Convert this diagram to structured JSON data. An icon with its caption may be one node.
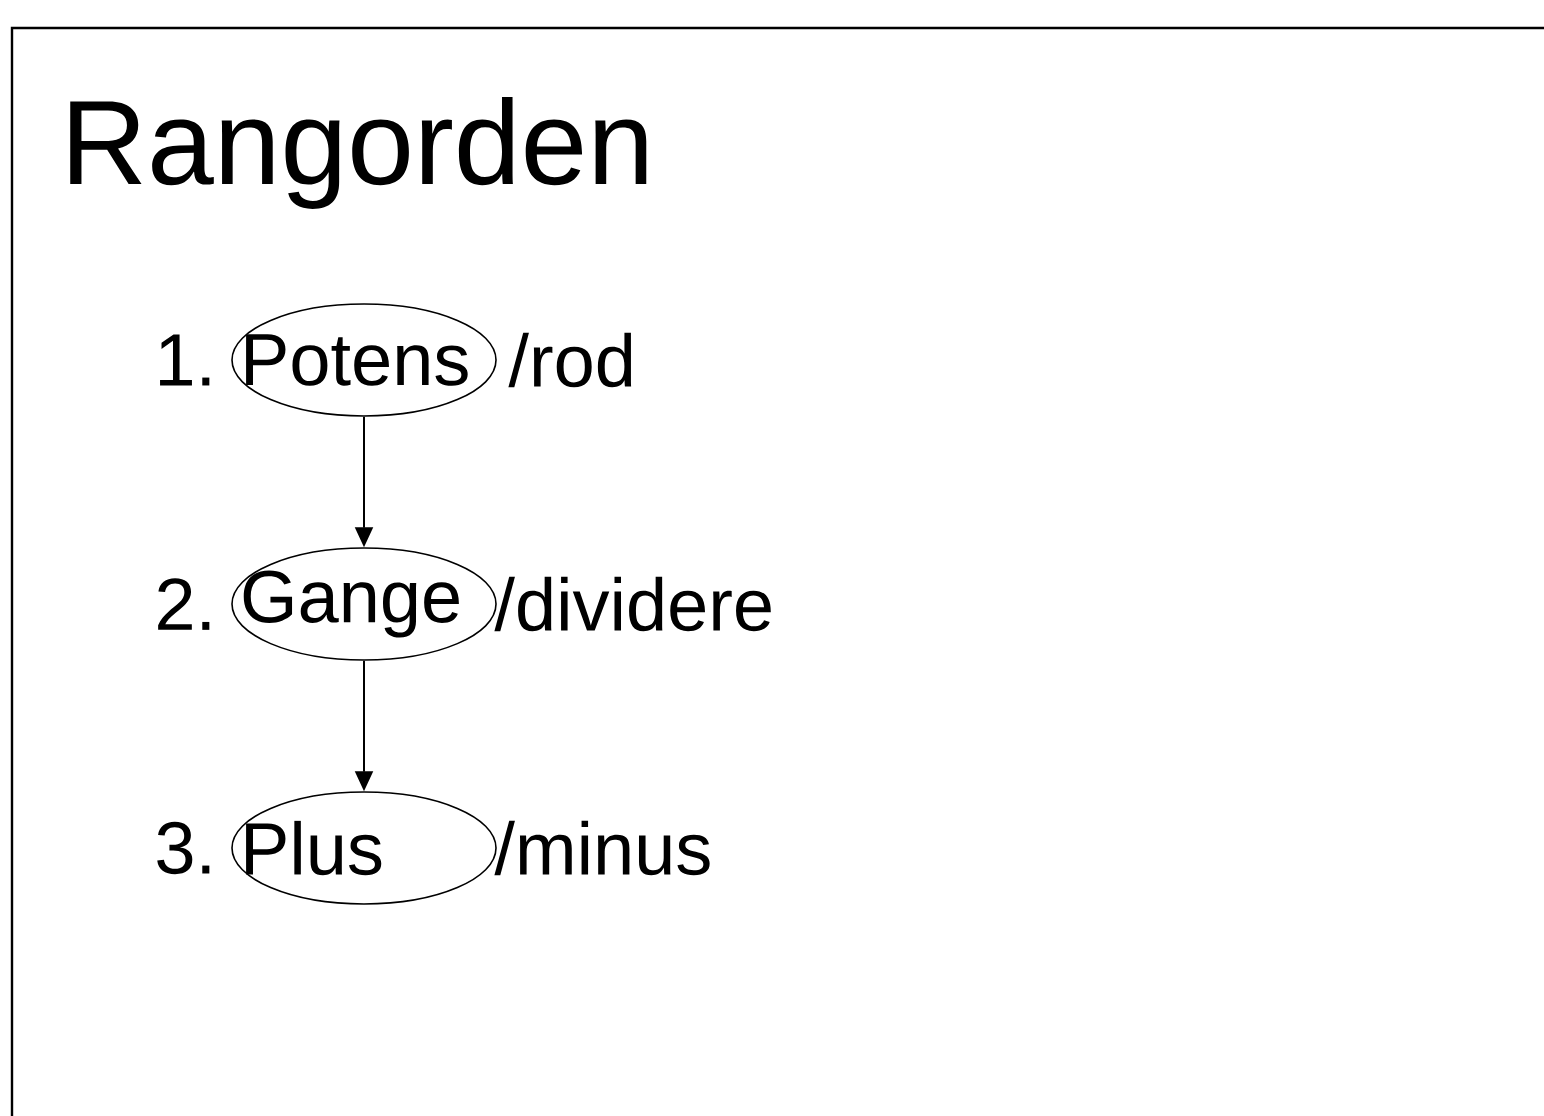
{
  "diagram": {
    "title": "Rangorden",
    "nodes": [
      {
        "text": [
          "Potens"
        ]
      },
      {
        "text": [
          "Gange"
        ]
      },
      {
        "text": [
          "Plus"
        ]
      }
    ],
    "edges": [
      {
        "from": 0,
        "to": 1,
        "arrow": "to"
      },
      {
        "from": 1,
        "to": 2,
        "arrow": "to"
      }
    ],
    "labels": [
      "1.",
      "/rod",
      "2.",
      "/dividere",
      "3.",
      "/minus"
    ]
  }
}
